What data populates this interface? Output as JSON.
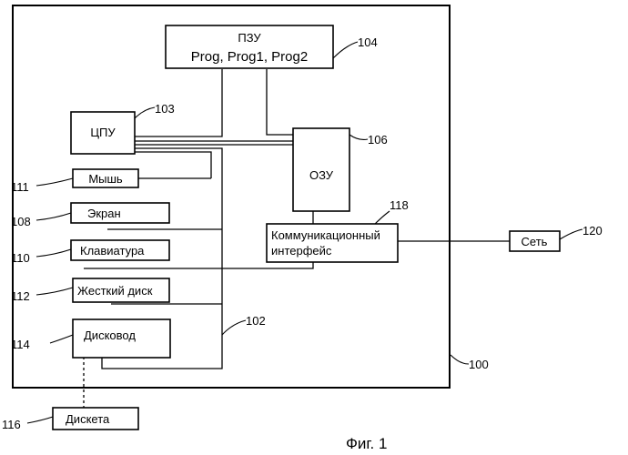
{
  "blocks": {
    "rom": {
      "title": "ПЗУ",
      "programs": "Prog, Prog1, Prog2",
      "ref": "104"
    },
    "cpu": {
      "label": "ЦПУ",
      "ref": "103"
    },
    "ram": {
      "label": "ОЗУ",
      "ref": "106"
    },
    "mouse": {
      "label": "Мышь",
      "ref": "111"
    },
    "screen": {
      "label": "Экран",
      "ref": "108"
    },
    "keyboard": {
      "label": "Клавиатура",
      "ref": "110"
    },
    "hdd": {
      "label": "Жесткий диск",
      "ref": "112"
    },
    "drive": {
      "label": "Дисковод",
      "ref": "114"
    },
    "comm": {
      "line1": "Коммуникационный",
      "line2": "интерфейс",
      "ref": "118"
    },
    "network": {
      "label": "Сеть",
      "ref": "120"
    },
    "diskette": {
      "label": "Дискета",
      "ref": "116"
    }
  },
  "bus_ref": "102",
  "system_ref": "100",
  "caption": "Фиг. 1"
}
